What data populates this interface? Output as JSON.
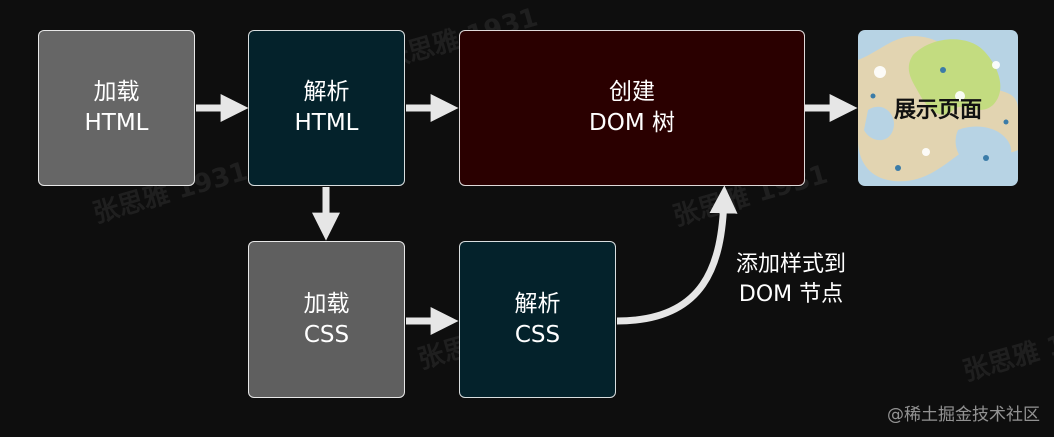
{
  "nodes": {
    "load_html": {
      "line1": "加载",
      "line2": "HTML",
      "color": "#666666"
    },
    "parse_html": {
      "line1": "解析",
      "line2": "HTML",
      "color": "#04222b"
    },
    "create_dom": {
      "line1": "创建",
      "line2": "DOM 树",
      "color": "#2a0000"
    },
    "show_page": {
      "label": "展示页面"
    },
    "load_css": {
      "line1": "加载",
      "line2": "CSS",
      "color": "#5f5f5f"
    },
    "parse_css": {
      "line1": "解析",
      "line2": "CSS",
      "color": "#04222b"
    }
  },
  "edge_label": {
    "line1": "添加样式到",
    "line2": "DOM 节点"
  },
  "watermark": "张思雅 1931",
  "credit": "@稀土掘金技术社区",
  "colors": {
    "background": "#0e0e0e",
    "arrow": "#e6e6e6",
    "pattern_cream": "#e2d4b1",
    "pattern_blue": "#b7d3e4",
    "pattern_green": "#c3dc80"
  }
}
